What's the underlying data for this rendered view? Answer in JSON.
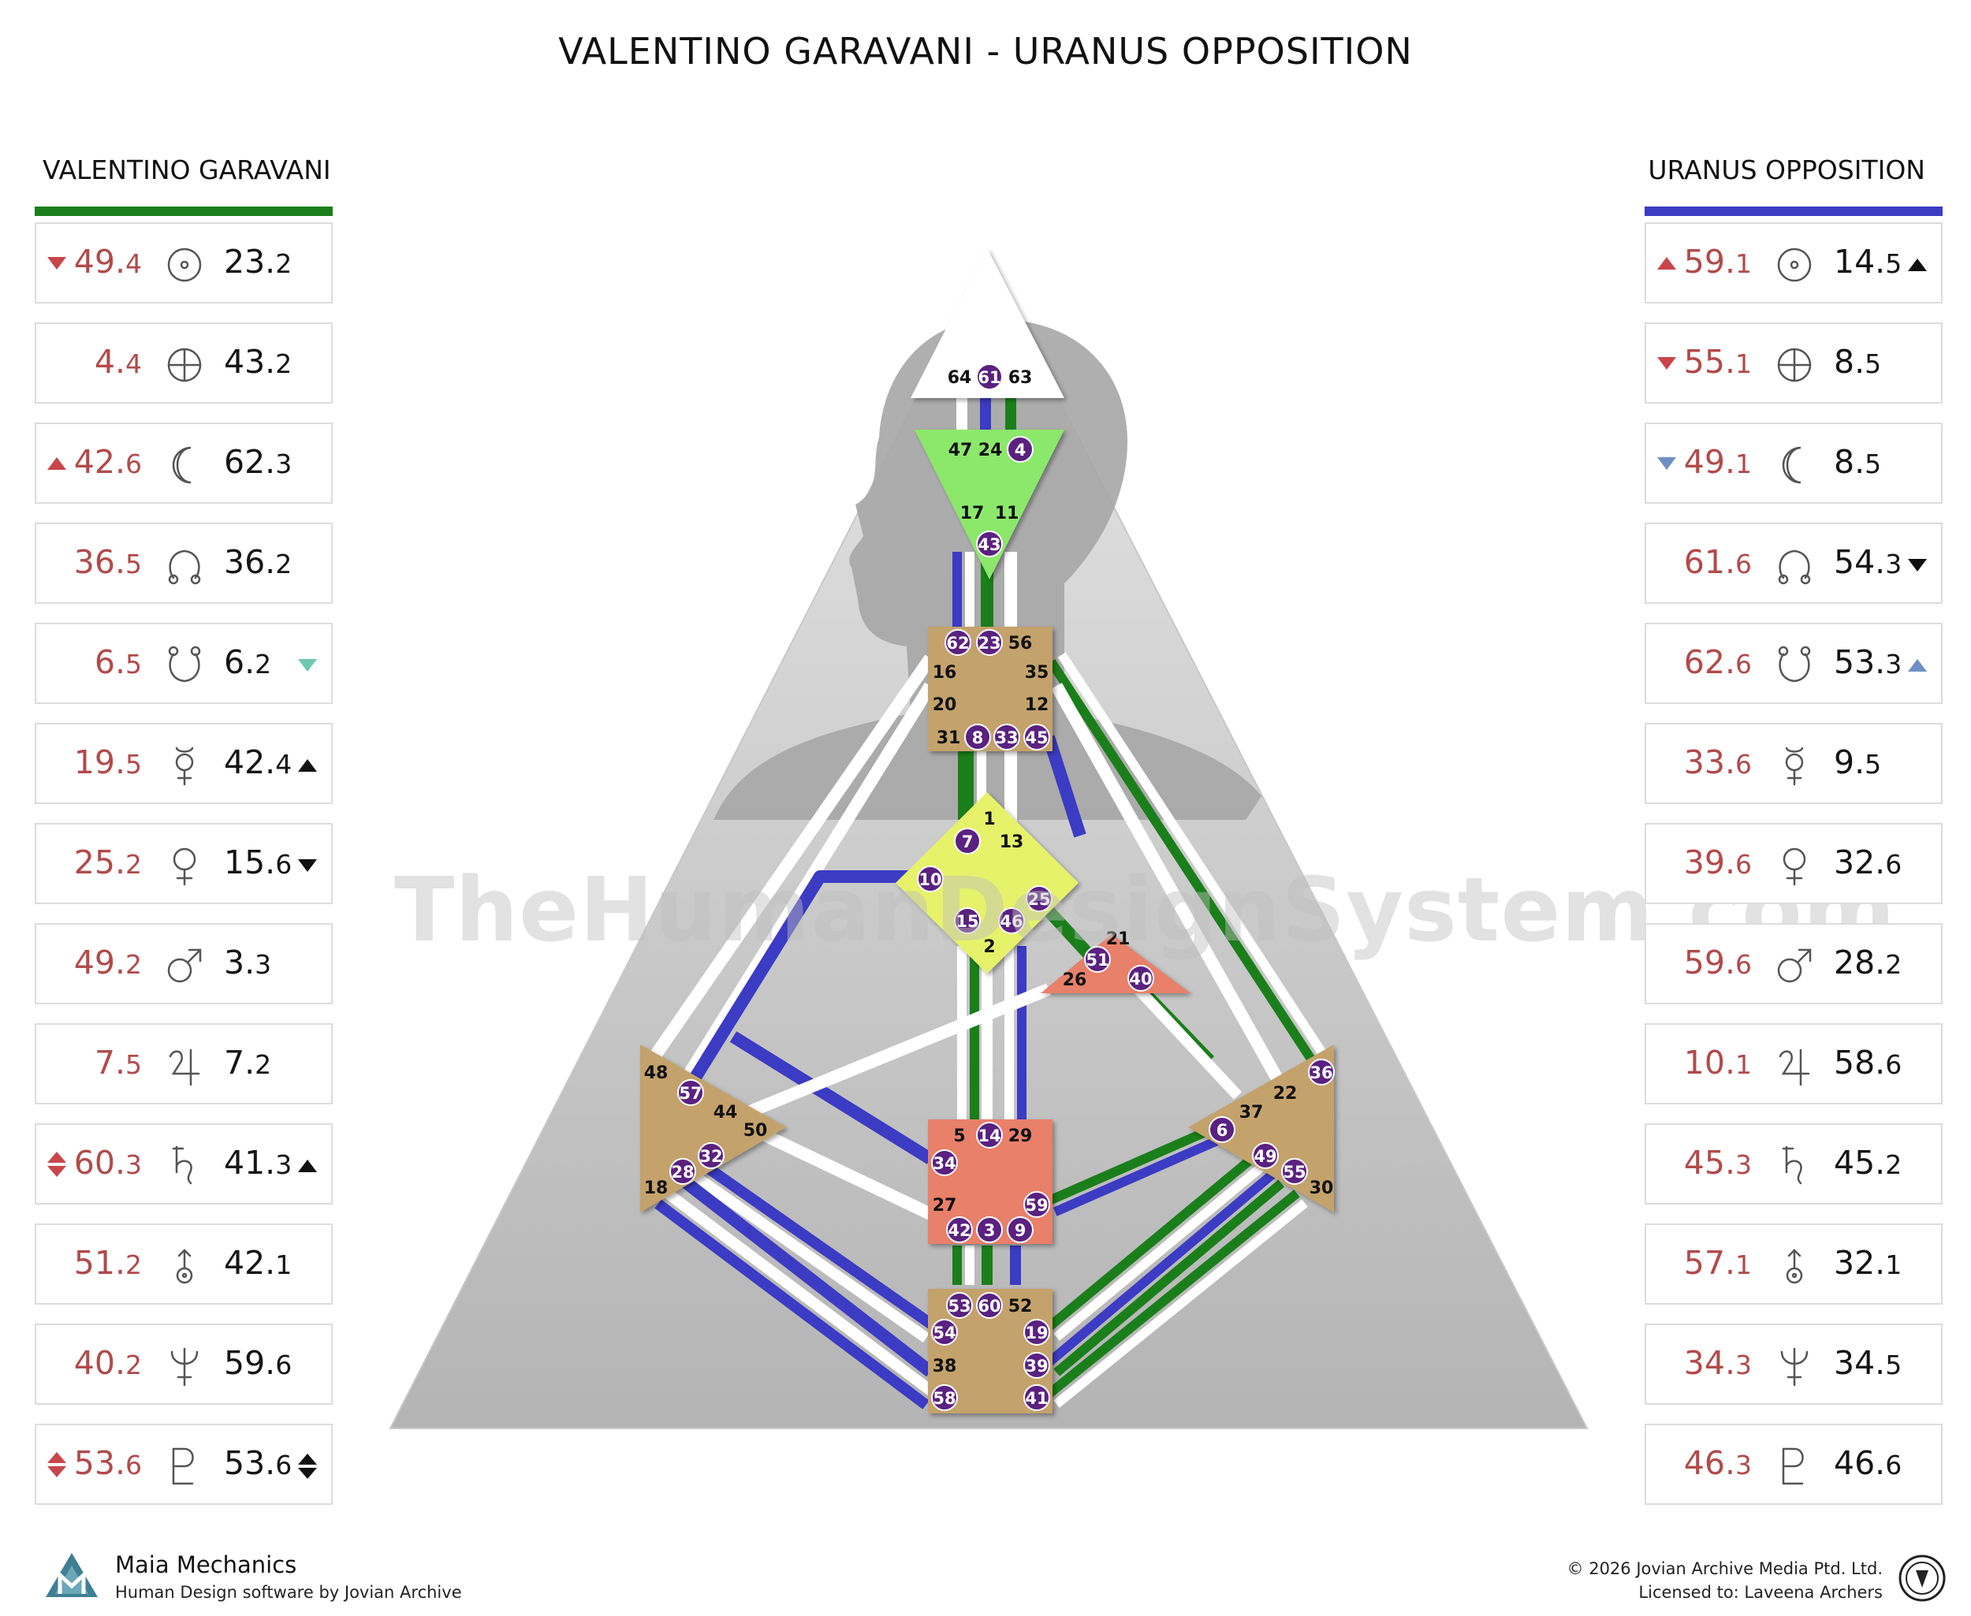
{
  "title": "VALENTINO GARAVANI - URANUS OPPOSITION",
  "left_column": {
    "title": "VALENTINO GARAVANI",
    "accent_color": "#1a7f1a",
    "rows": [
      {
        "planet": "sun-icon",
        "design": "49.4",
        "personality": "23.2",
        "design_marker": "down-red",
        "personality_marker": ""
      },
      {
        "planet": "earth-icon",
        "design": "4.4",
        "personality": "43.2",
        "design_marker": "",
        "personality_marker": ""
      },
      {
        "planet": "moon-icon",
        "design": "42.6",
        "personality": "62.3",
        "design_marker": "up-red",
        "personality_marker": ""
      },
      {
        "planet": "north-node-icon",
        "design": "36.5",
        "personality": "36.2",
        "design_marker": "",
        "personality_marker": ""
      },
      {
        "planet": "south-node-icon",
        "design": "6.5",
        "personality": "6.2",
        "design_marker": "",
        "personality_marker": "down-teal"
      },
      {
        "planet": "mercury-icon",
        "design": "19.5",
        "personality": "42.4",
        "design_marker": "",
        "personality_marker": "up-black"
      },
      {
        "planet": "venus-icon",
        "design": "25.2",
        "personality": "15.6",
        "design_marker": "",
        "personality_marker": "down-black"
      },
      {
        "planet": "mars-icon",
        "design": "49.2",
        "personality": "3.3",
        "design_marker": "",
        "personality_marker": ""
      },
      {
        "planet": "jupiter-icon",
        "design": "7.5",
        "personality": "7.2",
        "design_marker": "",
        "personality_marker": ""
      },
      {
        "planet": "saturn-icon",
        "design": "60.3",
        "personality": "41.3",
        "design_marker": "both-red",
        "personality_marker": "up-black"
      },
      {
        "planet": "uranus-icon",
        "design": "51.2",
        "personality": "42.1",
        "design_marker": "",
        "personality_marker": ""
      },
      {
        "planet": "neptune-icon",
        "design": "40.2",
        "personality": "59.6",
        "design_marker": "",
        "personality_marker": ""
      },
      {
        "planet": "pluto-icon",
        "design": "53.6",
        "personality": "53.6",
        "design_marker": "both-red",
        "personality_marker": "both-black"
      }
    ]
  },
  "right_column": {
    "title": "URANUS OPPOSITION",
    "accent_color": "#3b3bc4",
    "rows": [
      {
        "planet": "sun-icon",
        "design": "59.1",
        "personality": "14.5",
        "design_marker": "up-red",
        "personality_marker": "up-black"
      },
      {
        "planet": "earth-icon",
        "design": "55.1",
        "personality": "8.5",
        "design_marker": "down-red",
        "personality_marker": ""
      },
      {
        "planet": "moon-icon",
        "design": "49.1",
        "personality": "8.5",
        "design_marker": "down-blue",
        "personality_marker": ""
      },
      {
        "planet": "north-node-icon",
        "design": "61.6",
        "personality": "54.3",
        "design_marker": "",
        "personality_marker": "down-black"
      },
      {
        "planet": "south-node-icon",
        "design": "62.6",
        "personality": "53.3",
        "design_marker": "",
        "personality_marker": "up-blue"
      },
      {
        "planet": "mercury-icon",
        "design": "33.6",
        "personality": "9.5",
        "design_marker": "",
        "personality_marker": ""
      },
      {
        "planet": "venus-icon",
        "design": "39.6",
        "personality": "32.6",
        "design_marker": "",
        "personality_marker": ""
      },
      {
        "planet": "mars-icon",
        "design": "59.6",
        "personality": "28.2",
        "design_marker": "",
        "personality_marker": ""
      },
      {
        "planet": "jupiter-icon",
        "design": "10.1",
        "personality": "58.6",
        "design_marker": "",
        "personality_marker": ""
      },
      {
        "planet": "saturn-icon",
        "design": "45.3",
        "personality": "45.2",
        "design_marker": "",
        "personality_marker": ""
      },
      {
        "planet": "uranus-icon",
        "design": "57.1",
        "personality": "32.1",
        "design_marker": "",
        "personality_marker": ""
      },
      {
        "planet": "neptune-icon",
        "design": "34.3",
        "personality": "34.5",
        "design_marker": "",
        "personality_marker": ""
      },
      {
        "planet": "pluto-icon",
        "design": "46.3",
        "personality": "46.6",
        "design_marker": "",
        "personality_marker": ""
      }
    ]
  },
  "centers": {
    "head": {
      "color": "#ffffff",
      "gates": [
        "64",
        "61",
        "63"
      ],
      "active": [
        "61"
      ]
    },
    "ajna": {
      "color": "#8be86a",
      "gates": [
        "47",
        "24",
        "4",
        "17",
        "11",
        "43"
      ],
      "active": [
        "4",
        "43"
      ]
    },
    "throat": {
      "color": "#c4a26c",
      "gates": [
        "62",
        "23",
        "56",
        "16",
        "35",
        "20",
        "12",
        "31",
        "8",
        "33",
        "45"
      ],
      "active": [
        "62",
        "23",
        "8",
        "33",
        "45"
      ]
    },
    "g": {
      "color": "#e6f26a",
      "gates": [
        "1",
        "7",
        "13",
        "10",
        "25",
        "15",
        "46",
        "2"
      ],
      "active": [
        "7",
        "10",
        "25",
        "15",
        "46"
      ]
    },
    "heart": {
      "color": "#e8806a",
      "gates": [
        "21",
        "51",
        "26",
        "40"
      ],
      "active": [
        "51",
        "40"
      ]
    },
    "spleen": {
      "color": "#c4a26c",
      "gates": [
        "48",
        "57",
        "44",
        "50",
        "32",
        "28",
        "18"
      ],
      "active": [
        "57",
        "32",
        "28"
      ]
    },
    "solar_plexus": {
      "color": "#c4a26c",
      "gates": [
        "36",
        "22",
        "37",
        "6",
        "49",
        "55",
        "30"
      ],
      "active": [
        "36",
        "6",
        "49",
        "55"
      ]
    },
    "sacral": {
      "color": "#e8806a",
      "gates": [
        "5",
        "14",
        "29",
        "34",
        "27",
        "59",
        "42",
        "3",
        "9"
      ],
      "active": [
        "14",
        "34",
        "59",
        "42",
        "3",
        "9"
      ]
    },
    "root": {
      "color": "#c4a26c",
      "gates": [
        "53",
        "60",
        "52",
        "54",
        "19",
        "38",
        "39",
        "58",
        "41"
      ],
      "active": [
        "53",
        "60",
        "54",
        "19",
        "39",
        "58",
        "41"
      ]
    }
  },
  "colors": {
    "personality_green": "#1a7f1a",
    "design_blue": "#3b3bc4",
    "active_gate": "#5a2180",
    "value_red": "#b24a4a"
  },
  "watermark": "TheHumanDesignSystem.com",
  "footer": {
    "brand": "Maia Mechanics",
    "subtitle": "Human Design software by Jovian Archive",
    "copyright": "© 2026 Jovian Archive Media Ptd. Ltd.",
    "license": "Licensed to: Laveena Archers"
  }
}
